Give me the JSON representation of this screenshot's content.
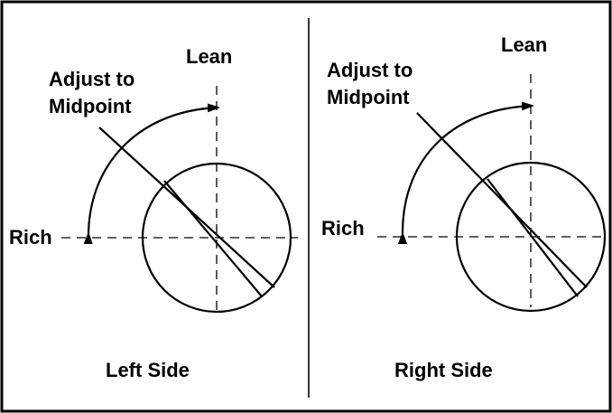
{
  "diagram": {
    "panels": [
      {
        "side_label": "Left Side",
        "lean_label": "Lean",
        "rich_label": "Rich",
        "adjust_label_line1": "Adjust to",
        "adjust_label_line2": "Midpoint"
      },
      {
        "side_label": "Right Side",
        "lean_label": "Lean",
        "rich_label": "Rich",
        "adjust_label_line1": "Adjust to",
        "adjust_label_line2": "Midpoint"
      }
    ]
  }
}
